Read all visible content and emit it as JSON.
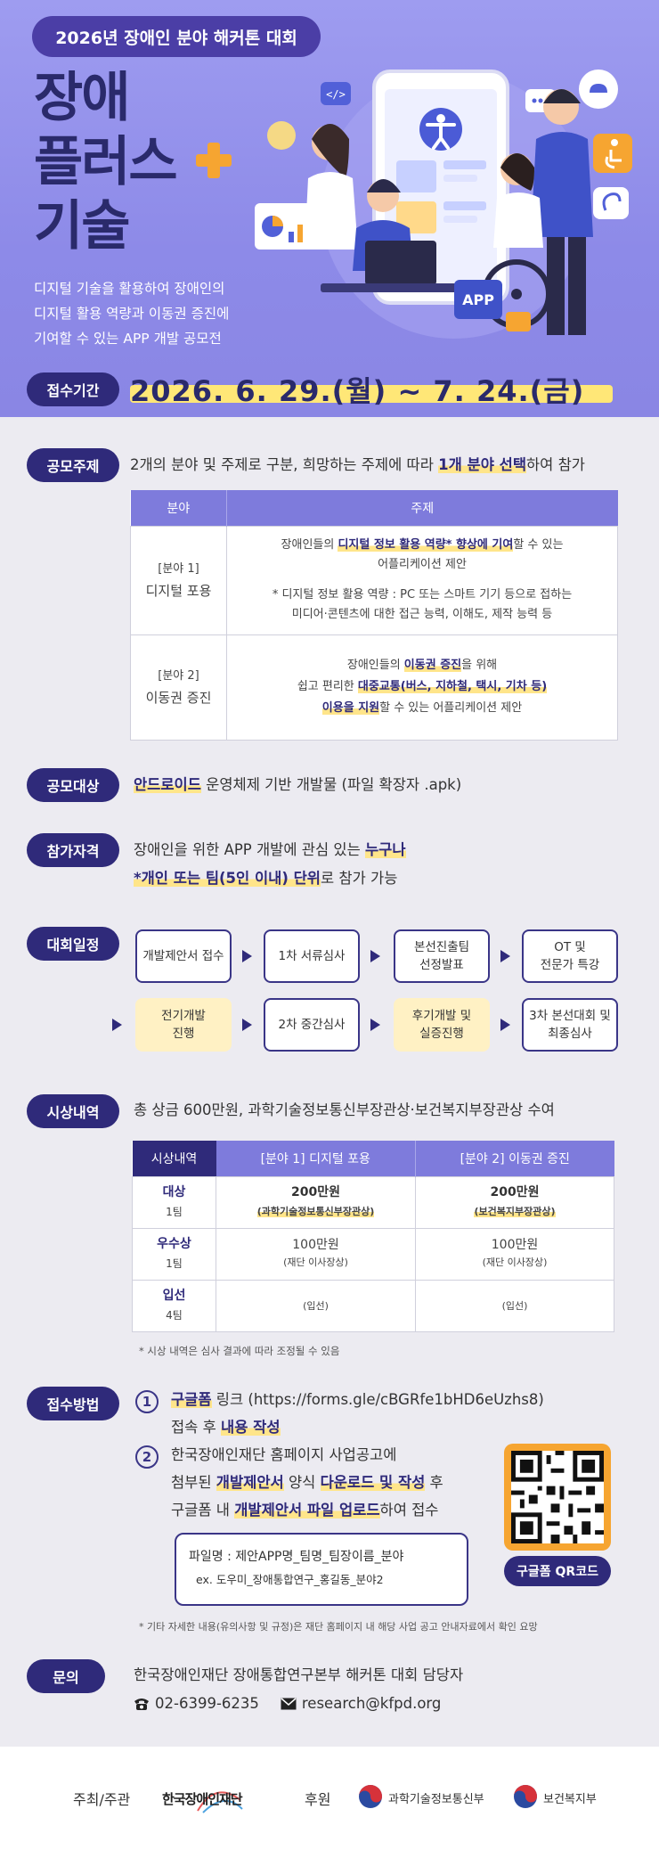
{
  "hero": {
    "top_pill": "2026년 장애인 분야 해커톤 대회",
    "title_lines": [
      "장애",
      "플러스",
      "기술"
    ],
    "description_lines": [
      "디지털 기술을 활용하여 장애인의",
      "디지털 활용 역량과 이동권 증진에",
      "기여할 수 있는 APP 개발 공모전"
    ],
    "illustration_labels": {
      "app": "APP",
      "code": "</>"
    }
  },
  "period": {
    "label": "접수기간",
    "date": "2026. 6. 29.(월) ~ 7. 24.(금)"
  },
  "topic": {
    "label": "공모주제",
    "text_a": "2개의 분야 및 주제로 구분, 희망하는 주제에 따라 ",
    "text_b": "1개 분야 선택",
    "text_c": "하여 참가",
    "table": {
      "headers": [
        "분야",
        "주제"
      ],
      "rows": [
        {
          "field_tag": "[분야 1]",
          "field_name": "디지털 포용",
          "line1_a": "장애인들의 ",
          "line1_b": "디지털 정보 활용 역량* 향상에 기여",
          "line1_c": "할 수 있는",
          "line2": "어플리케이션 제안",
          "note1": "*  디지털 정보 활용 역량 : PC 또는 스마트 기기 등으로 접하는",
          "note2": "미디어·콘텐츠에 대한 접근 능력, 이해도, 제작 능력 등"
        },
        {
          "field_tag": "[분야 2]",
          "field_name": "이동권 증진",
          "line1_a": "장애인들의 ",
          "line1_b": "이동권 증진",
          "line1_c": "을 위해",
          "line2_a": "쉽고 편리한 ",
          "line2_b": "대중교통(버스, 지하철, 택시, 기차 등)",
          "line3_a": "이용을 지원",
          "line3_b": "할 수 있는 어플리케이션 제안"
        }
      ]
    }
  },
  "target": {
    "label": "공모대상",
    "text_a": "안드로이드",
    "text_b": " 운영체제 기반 개발물 (파일 확장자 .apk)"
  },
  "eligibility": {
    "label": "참가자격",
    "line1_a": "장애인을 위한 APP 개발에 관심 있는 ",
    "line1_b": "누구나",
    "line2_a": "*개인 또는 팀(5인 이내) 단위",
    "line2_b": "로 참가 가능"
  },
  "schedule": {
    "label": "대회일정",
    "steps": [
      [
        "개발제안서 접수"
      ],
      [
        "1차 서류심사"
      ],
      [
        "본선진출팀",
        "선정발표"
      ],
      [
        "OT 및",
        "전문가 특강"
      ],
      [
        "전기개발",
        "진행"
      ],
      [
        "2차 중간심사"
      ],
      [
        "후기개발 및",
        "실증진행"
      ],
      [
        "3차 본선대회 및",
        "최종심사"
      ]
    ]
  },
  "awards": {
    "label": "시상내역",
    "summary": "총 상금 600만원, 과학기술정보통신부장관상·보건복지부장관상 수여",
    "headers": [
      "시상내역",
      "[분야 1] 디지털 포용",
      "[분야 2] 이동권 증진"
    ],
    "rows": [
      {
        "rank": "대상",
        "teams": "1팀",
        "f1_amount": "200만원",
        "f1_sub": "(과학기술정보통신부장관상)",
        "f2_amount": "200만원",
        "f2_sub": "(보건복지부장관상)"
      },
      {
        "rank": "우수상",
        "teams": "1팀",
        "f1_amount": "100만원",
        "f1_sub": "(재단 이사장상)",
        "f2_amount": "100만원",
        "f2_sub": "(재단 이사장상)"
      },
      {
        "rank": "입선",
        "teams": "4팀",
        "f1_amount": "",
        "f1_sub": "(입선)",
        "f2_amount": "",
        "f2_sub": "(입선)"
      }
    ],
    "note": "* 시상 내역은 심사 결과에 따라 조정될 수 있음"
  },
  "apply": {
    "label": "접수방법",
    "step1": {
      "num": "1",
      "a": "구글폼",
      "b": " 링크 (https://forms.gle/cBGRfe1bHD6eUzhs8)",
      "c": "접속 후 ",
      "d": "내용 작성"
    },
    "step2": {
      "num": "2",
      "l1": "한국장애인재단 홈페이지 사업공고에",
      "l2_a": "첨부된 ",
      "l2_b": "개발제안서",
      "l2_c": " 양식 ",
      "l2_d": "다운로드 및 작성",
      "l2_e": " 후",
      "l3_a": "구글폼 내 ",
      "l3_b": "개발제안서 파일 업로드",
      "l3_c": "하여 접수"
    },
    "filename_line": "파일명 : 제안APP명_팀명_팀장이름_분야",
    "filename_example": "ex. 도우미_장애통합연구_홍길동_분야2",
    "qr_label": "구글폼 QR코드",
    "note": "* 기타 자세한 내용(유의사항 및 규정)은 재단 홈페이지 내 해당 사업 공고 안내자료에서 확인 요망"
  },
  "contact": {
    "label": "문의",
    "org": "한국장애인재단 장애통합연구본부 해커톤 대회 담당자",
    "phone": "02-6399-6235",
    "email": "research@kfpd.org"
  },
  "footer": {
    "host_label": "주최/주관",
    "host_name": "한국장애인재단",
    "sponsor_label": "후원",
    "sponsor1": "과학기술정보통신부",
    "sponsor2": "보건복지부"
  },
  "colors": {
    "navy": "#2f2a7a",
    "hero": "#8d8ae8",
    "highlight": "#ffe777",
    "orange": "#f6a531"
  }
}
